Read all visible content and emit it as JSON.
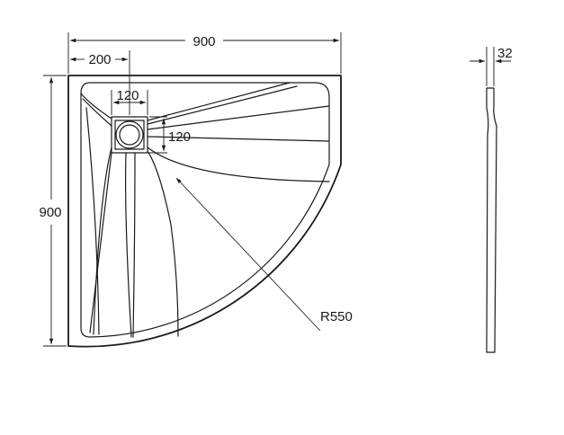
{
  "dimensions": {
    "overall_width": "900",
    "drain_offset": "200",
    "drain_width": "120",
    "drain_height": "120",
    "overall_depth": "900",
    "radius": "R550",
    "thickness": "32"
  },
  "colors": {
    "ink": "#1a1a1a",
    "background": "#ffffff"
  }
}
